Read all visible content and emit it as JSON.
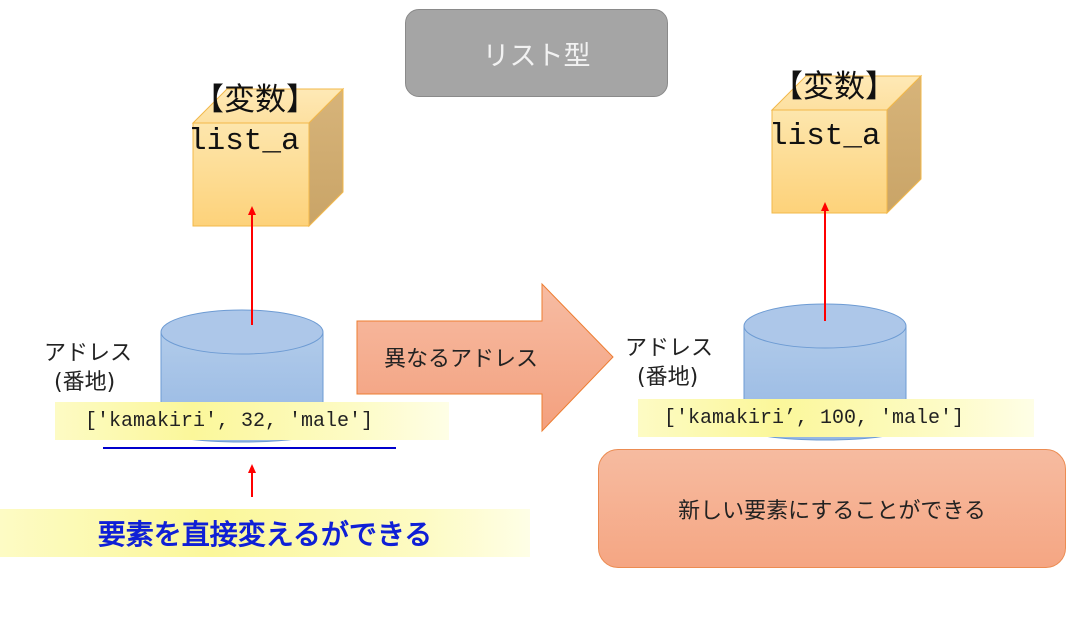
{
  "title": "リスト型",
  "left": {
    "variable_label": "【変数】",
    "variable_name": "list_a",
    "address_label_line1": "アドレス",
    "address_label_line2": "(番地)",
    "list_value": "['kamakiri', 32, 'male']",
    "note": "要素を直接変えるができる"
  },
  "transition": {
    "label": "異なるアドレス"
  },
  "right": {
    "variable_label": "【変数】",
    "variable_name": "list_a",
    "address_label_line1": "アドレス",
    "address_label_line2": "(番地)",
    "list_value": "['kamakiri’, 100, 'male']",
    "note": "新しい要素にすることができる"
  },
  "colors": {
    "title_bg": "#a5a5a5",
    "cube_front": "#fdd27a",
    "cylinder": "#9dbce6",
    "reference_arrow": "#ff0000",
    "underline": "#0000cc",
    "note_text": "#0f1fd6",
    "transition_arrow": "#f4a98a"
  }
}
